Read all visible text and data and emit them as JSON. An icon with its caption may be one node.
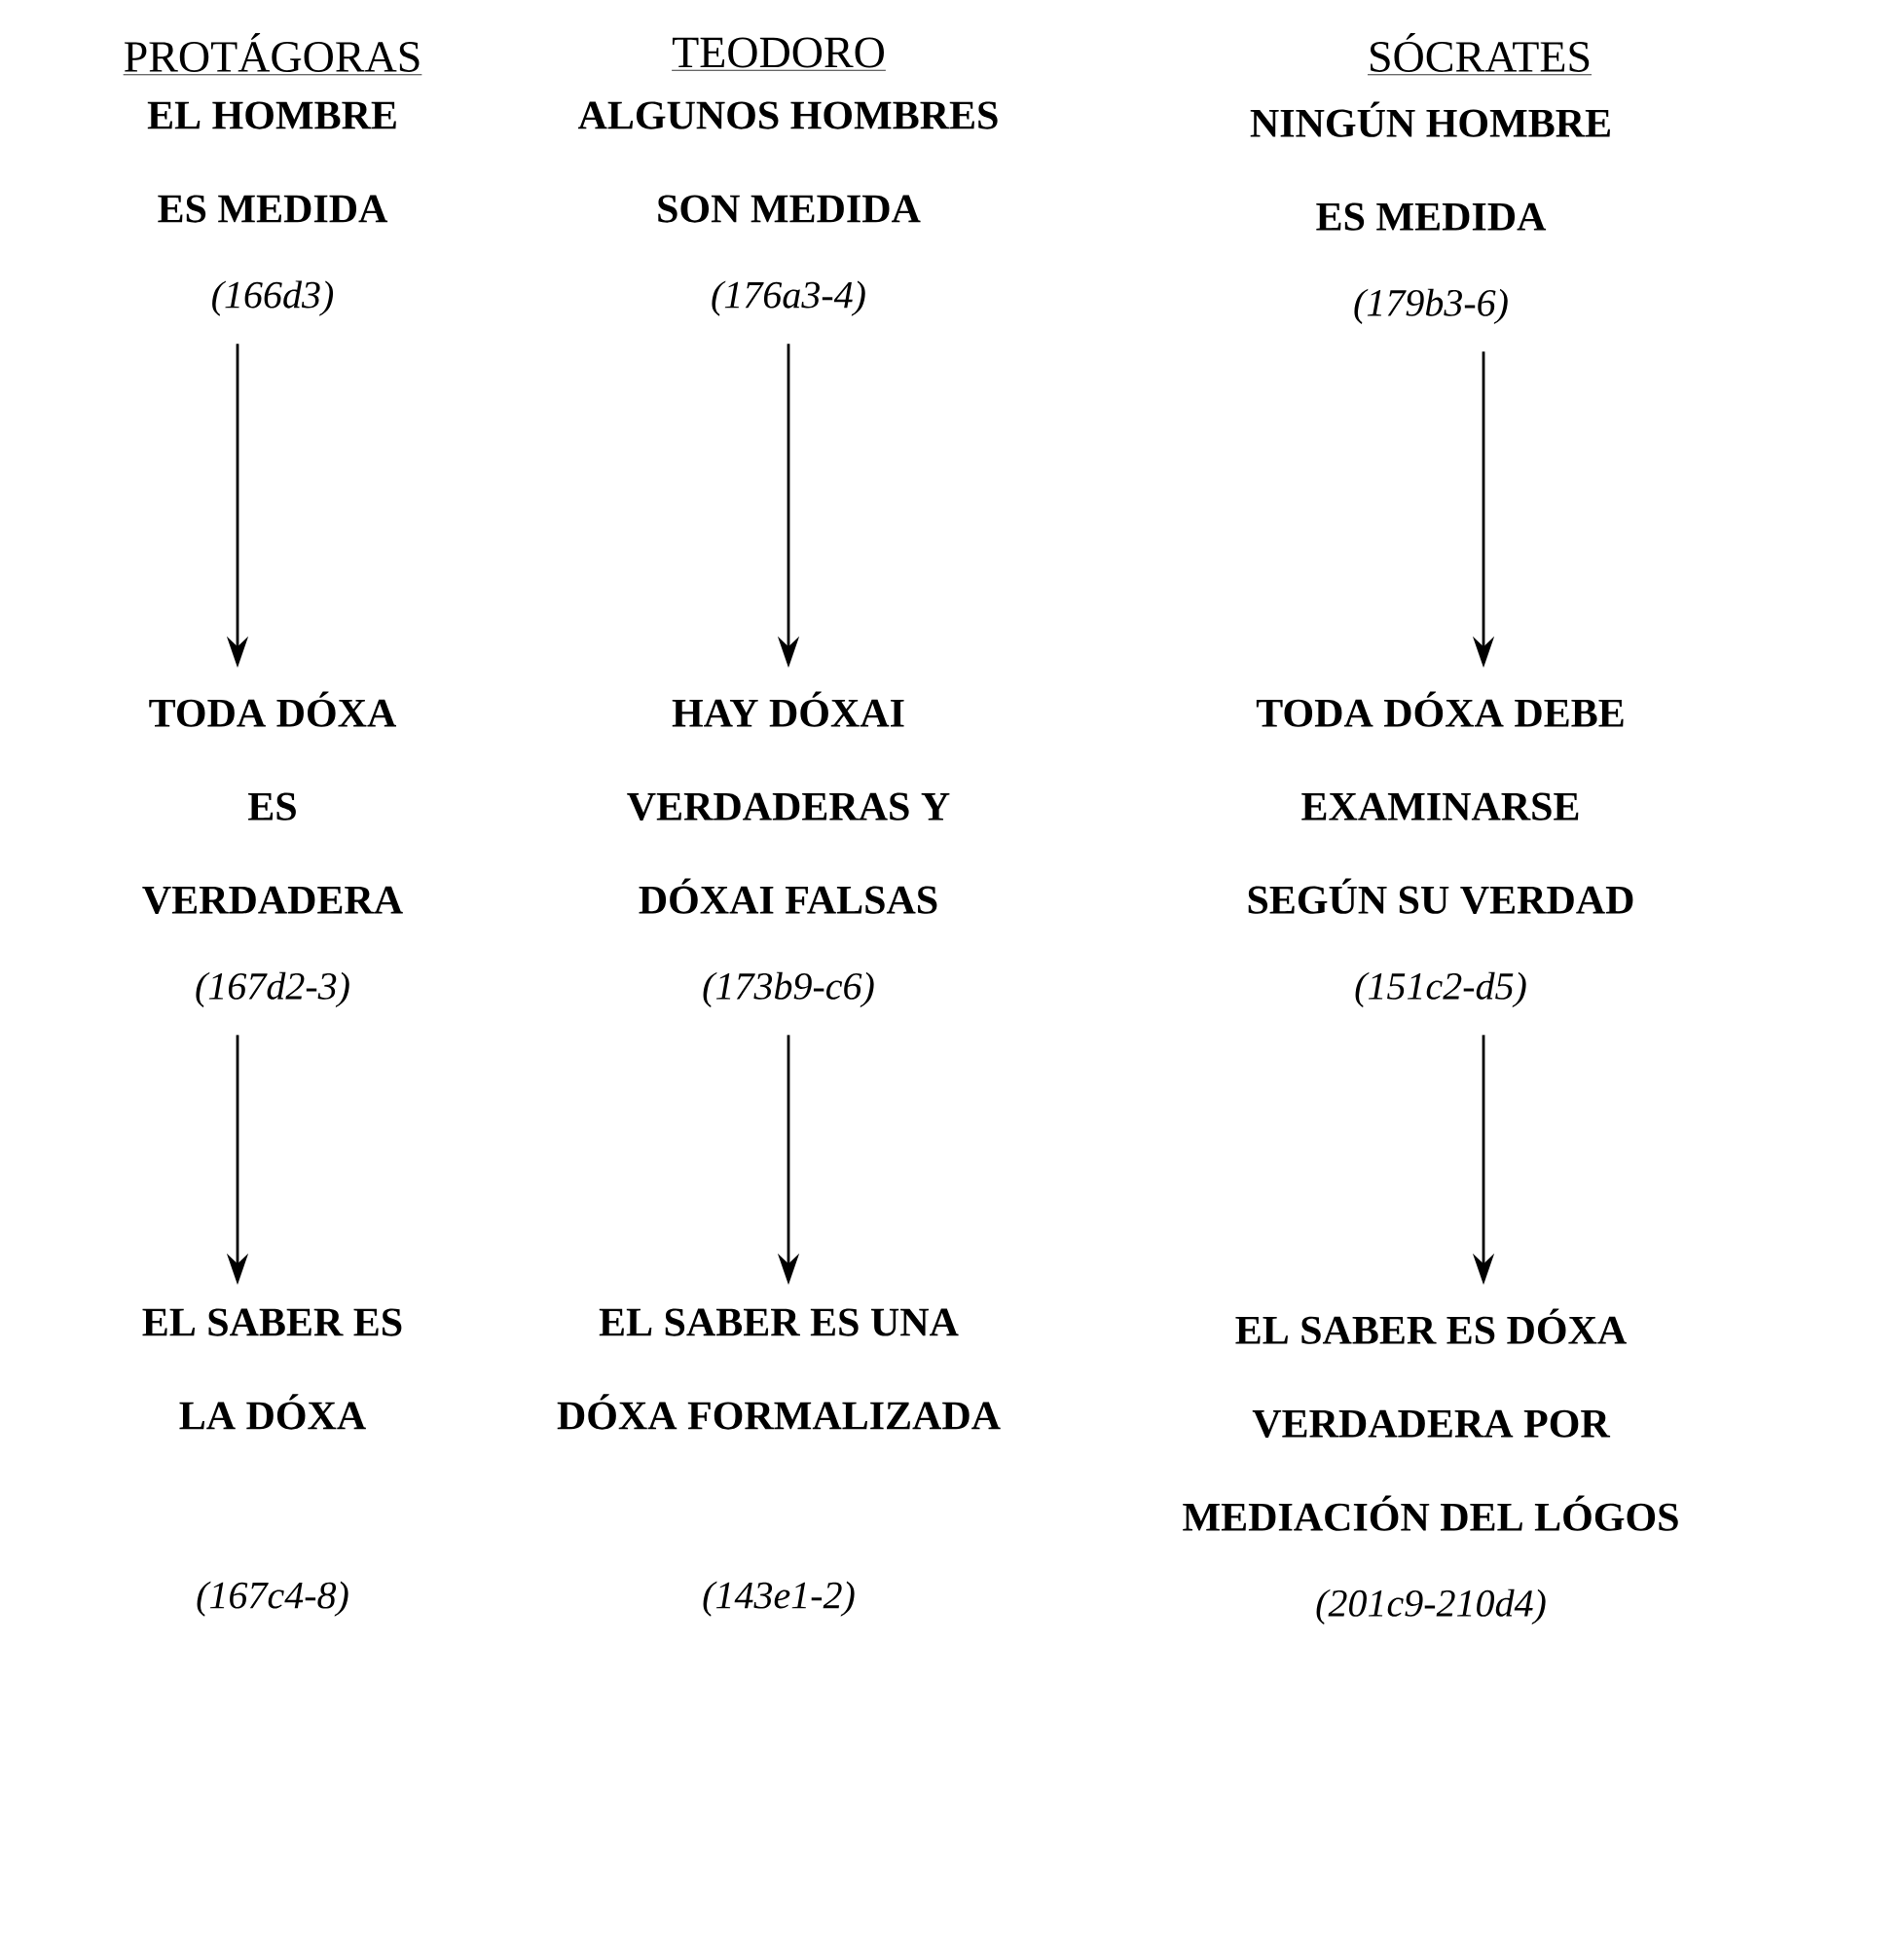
{
  "diagram": {
    "nodes": [
      {
        "text": [
          "EL HOMBRE ES MEDIDA",
          "(166d3)"
        ]
      },
      {
        "text": [
          "ALGUNOS HOMBRES SON MEDIDA",
          "(176a3-4)"
        ]
      },
      {
        "text": [
          "NINGÚN HOMBRE ES MEDIDA",
          "(179b3-6)"
        ]
      },
      {
        "text": [
          "TODA DÓXA ES VERDADERA",
          "(167d2-3)"
        ]
      },
      {
        "text": [
          "HAY DÓXAI VERDADERAS Y DÓXAI FALSAS",
          "(173b9-c6)"
        ]
      },
      {
        "text": [
          "TODA DÓXA DEBE EXAMINARSE SEGÚN SU VERDAD",
          "(151c2-d5)"
        ]
      },
      {
        "text": [
          "EL SABER ES LA DÓXA",
          "(167c4-8)"
        ]
      },
      {
        "text": [
          "EL SABER ES UNA DÓXA FORMALIZADA",
          "(143e1-2)"
        ]
      },
      {
        "text": [
          "EL SABER ES DÓXA VERDADERA POR MEDIACIÓN DEL LÓGOS",
          "(201c9-210d4)"
        ]
      }
    ],
    "edges": [
      {
        "from": 0,
        "to": 3,
        "arrow": "to"
      },
      {
        "from": 1,
        "to": 4,
        "arrow": "to"
      },
      {
        "from": 2,
        "to": 5,
        "arrow": "to"
      },
      {
        "from": 3,
        "to": 6,
        "arrow": "to"
      },
      {
        "from": 4,
        "to": 7,
        "arrow": "to"
      },
      {
        "from": 5,
        "to": 8,
        "arrow": "to"
      }
    ],
    "labels": [
      "PROTÁGORAS",
      "TEODORO",
      "SÓCRATES"
    ]
  }
}
